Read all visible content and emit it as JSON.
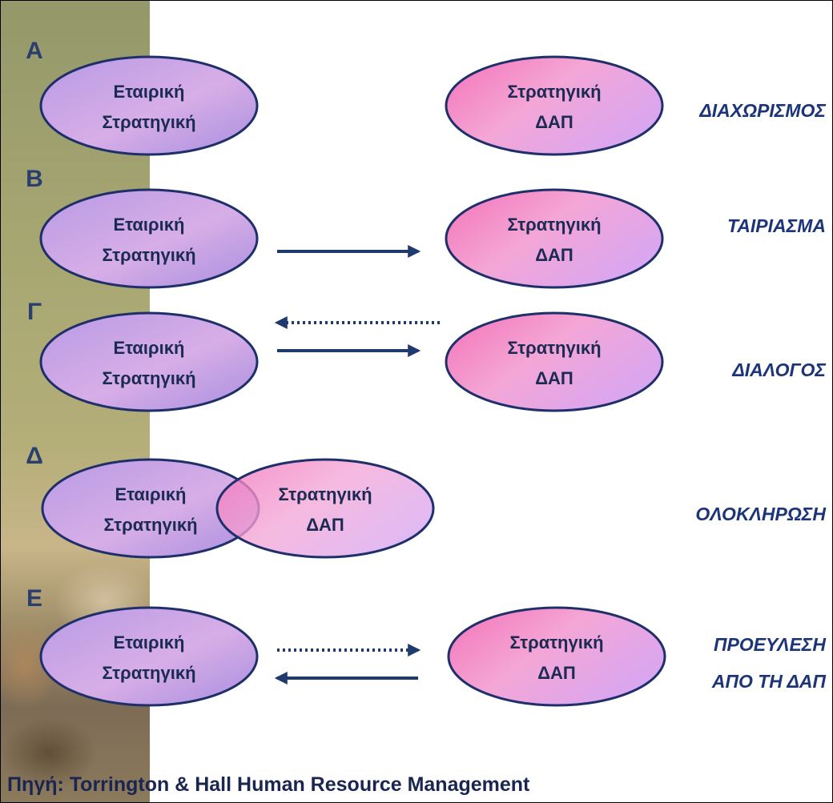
{
  "colors": {
    "corporate_fill": "#c8a0e4",
    "hr_fill": "#f08ac8",
    "ellipse_stroke": "#1f2f6a",
    "arrow": "#1f3a6e",
    "label_text": "#1a2a52",
    "relation_text": "#1c3478"
  },
  "rows": [
    {
      "letter": "Α",
      "left_node": [
        "Εταιρική",
        "Στρατηγική"
      ],
      "right_node": [
        "Στρατηγική",
        "ΔΑΠ"
      ],
      "relation": [
        "ΔΙΑΧΩΡΙΣΜΟΣ"
      ],
      "arrows": []
    },
    {
      "letter": "Β",
      "left_node": [
        "Εταιρική",
        "Στρατηγική"
      ],
      "right_node": [
        "Στρατηγική",
        "ΔΑΠ"
      ],
      "relation": [
        "ΤΑΙΡΙΑΣΜΑ"
      ],
      "arrows": [
        {
          "direction": "right",
          "style": "solid"
        }
      ]
    },
    {
      "letter": "Γ",
      "left_node": [
        "Εταιρική",
        "Στρατηγική"
      ],
      "right_node": [
        "Στρατηγική",
        "ΔΑΠ"
      ],
      "relation": [
        "ΔΙΑΛΟΓΟΣ"
      ],
      "arrows": [
        {
          "direction": "left",
          "style": "dotted"
        },
        {
          "direction": "right",
          "style": "solid"
        }
      ]
    },
    {
      "letter": "Δ",
      "left_node": [
        "Εταιρική",
        "Στρατηγική"
      ],
      "right_node": [
        "Στρατηγική",
        "ΔΑΠ"
      ],
      "relation": [
        "ΟΛΟΚΛΗΡΩΣΗ"
      ],
      "arrows": []
    },
    {
      "letter": "Ε",
      "left_node": [
        "Εταιρική",
        "Στρατηγική"
      ],
      "right_node": [
        "Στρατηγική",
        "ΔΑΠ"
      ],
      "relation": [
        "ΠΡΟΕΥΛΕΣΗ",
        "ΑΠΟ ΤΗ ΔΑΠ"
      ],
      "arrows": [
        {
          "direction": "right",
          "style": "dotted"
        },
        {
          "direction": "left",
          "style": "solid"
        }
      ]
    }
  ],
  "source": "Πηγή: Torrington & Hall Human Resource Management"
}
